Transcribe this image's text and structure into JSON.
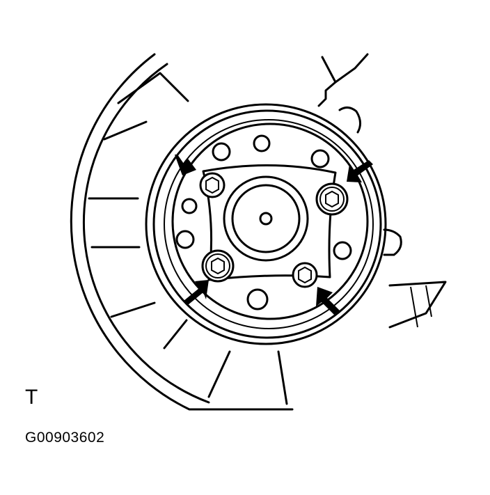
{
  "figure": {
    "marker": "T",
    "id": "G00903602"
  },
  "callouts": {
    "count": 4,
    "target": "hub bolts"
  }
}
